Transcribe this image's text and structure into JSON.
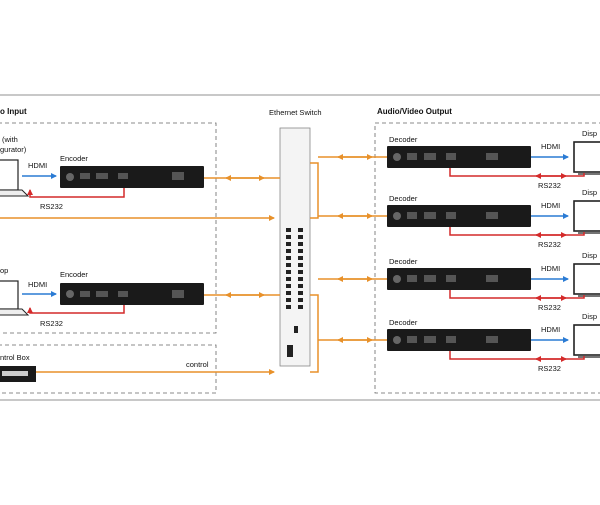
{
  "sections": {
    "input_title": "o Input",
    "output_title": "Audio/Video Output",
    "switch_title": "Ethernet Switch"
  },
  "input": {
    "laptop1_caption_line1": "(with",
    "laptop1_caption_line2": "gurator)",
    "laptop2_caption": "op",
    "encoder_label": "Encoder",
    "hdmi_label": "HDMI",
    "rs232_label": "RS232",
    "control_box_label": "ntrol Box",
    "control_label": "control"
  },
  "output": {
    "decoder_label": "Decoder",
    "hdmi_label": "HDMI",
    "rs232_label": "RS232",
    "display_label_rows": [
      "Disp",
      "Disp",
      "Disp",
      "Disp"
    ]
  },
  "colors": {
    "ethernet": "#e8912a",
    "hdmi": "#2a7bd4",
    "rs232": "#d42a2a",
    "device": "#1a1a1a",
    "dash": "#666666"
  }
}
